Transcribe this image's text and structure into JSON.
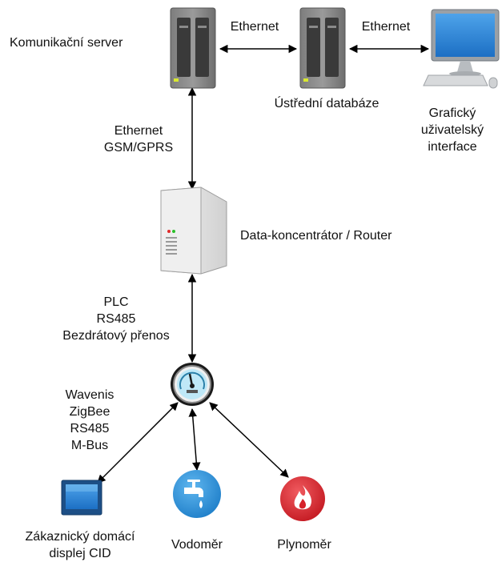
{
  "nodes": {
    "server_label": "Komunikační server",
    "database_label": "Ústřední databáze",
    "gui_label": [
      "Grafický",
      "uživatelský",
      "interface"
    ],
    "concentrator_label": "Data-koncentrátor / Router",
    "cid_label": [
      "Zákaznický domácí",
      "displej CID"
    ],
    "water_label": "Vodoměr",
    "gas_label": "Plynoměr"
  },
  "links": {
    "server_database": "Ethernet",
    "database_gui": "Ethernet",
    "server_concentrator": [
      "Ethernet",
      "GSM/GPRS"
    ],
    "concentrator_meter": [
      "PLC",
      "RS485",
      "Bezdrátový přenos"
    ],
    "meter_devices": [
      "Wavenis",
      "ZigBee",
      "RS485",
      "M-Bus"
    ]
  },
  "icons": {
    "server": "server-tower-icon",
    "database": "server-tower-icon",
    "gui": "desktop-monitor-icon",
    "concentrator": "router-box-icon",
    "meter": "gauge-meter-icon",
    "cid": "display-screen-icon",
    "water": "water-tap-icon",
    "gas": "gas-flame-icon"
  },
  "colors": {
    "water": "#2a8fd6",
    "gas": "#d6222a",
    "monitor": "#2b7fd6"
  }
}
